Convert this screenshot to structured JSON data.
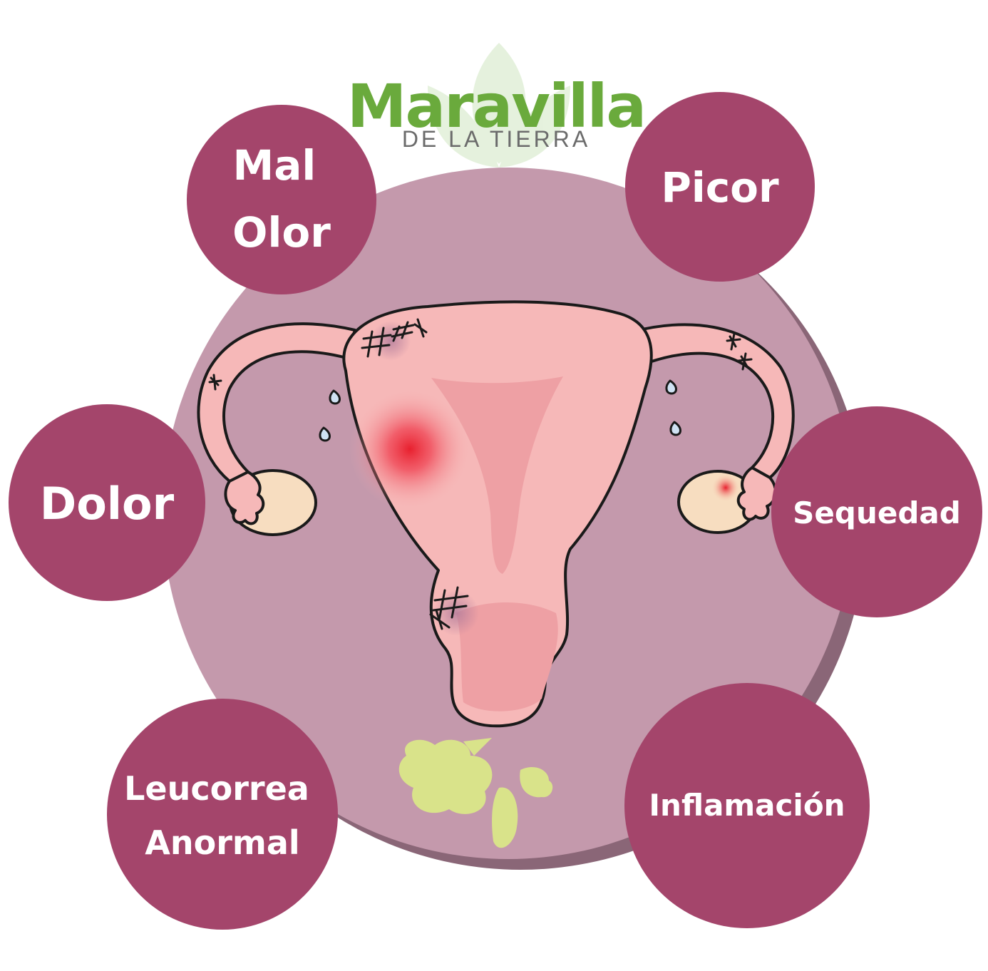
{
  "logo": {
    "name": "Maravilla",
    "tagline": "DE LA TIERRA"
  },
  "symptoms": [
    {
      "id": "mal-olor",
      "lines": [
        "Mal",
        "Olor"
      ]
    },
    {
      "id": "picor",
      "lines": [
        "Picor"
      ]
    },
    {
      "id": "dolor",
      "lines": [
        "Dolor"
      ]
    },
    {
      "id": "sequedad",
      "lines": [
        "Sequedad"
      ]
    },
    {
      "id": "leucorrea",
      "lines": [
        "Leucorrea",
        "Anormal"
      ]
    },
    {
      "id": "inflamacion",
      "lines": [
        "Inflamación"
      ]
    }
  ],
  "colors": {
    "bubble": "#a4456b",
    "backdrop": "#c499ac",
    "backdrop_shadow": "#8a6677",
    "uterus": "#f6b8b8",
    "uterus_inner": "#eea0a4",
    "ovary": "#f7ddc0",
    "discharge": "#d9e38a",
    "pain": "#e8202e",
    "logo_green": "#6aaa3c",
    "logo_gray": "#6b6b6b"
  }
}
